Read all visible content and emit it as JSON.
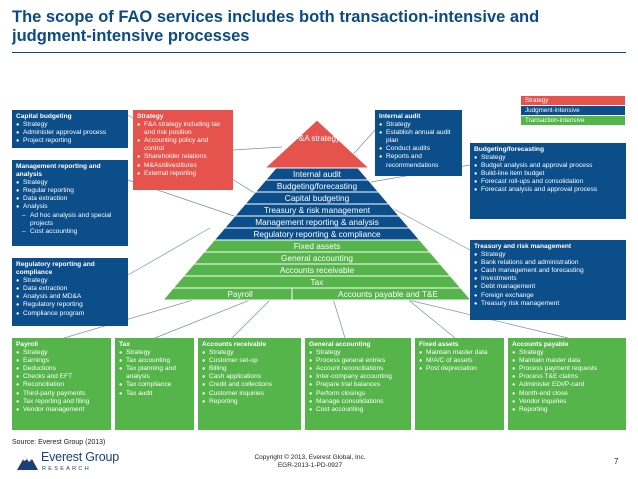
{
  "title": "The scope of FAO services includes both transaction-intensive and judgment-intensive processes",
  "legend": {
    "strategy": "Strategy",
    "judgment": "Judgment-intensive",
    "transaction": "Transaction-intensive"
  },
  "colors": {
    "blue": "#0b4e8a",
    "red": "#e6524c",
    "green": "#55b44a",
    "title": "#0a4a86"
  },
  "pyramid": {
    "top": "F&A strategy",
    "layers": [
      "Internal audit",
      "Budgeting/forecasting",
      "Capital budgeting",
      "Treasury & risk management",
      "Management reporting & analysis",
      "Regulatory reporting & compliance",
      "Fixed assets",
      "General accounting",
      "Accounts receivable",
      "Tax"
    ],
    "base_left": "Payroll",
    "base_right": "Accounts payable and T&E"
  },
  "left_boxes": {
    "capital_budgeting": {
      "title": "Capital budgeting",
      "items": [
        "Strategy",
        "Administer approval process",
        "Project reporting"
      ]
    },
    "strategy": {
      "title": "Strategy",
      "items": [
        "F&A strategy including tax and risk position",
        "Accounting policy and control",
        "Shareholder relations",
        "M&As/divestitures",
        "External reporting"
      ]
    },
    "management_reporting": {
      "title": "Management reporting and analysis",
      "items": [
        "Strategy",
        "Regular reporting",
        "Data extraction",
        "Analysis"
      ],
      "subitems": [
        "Ad hoc analysis and special projects",
        "Cost accounting"
      ]
    },
    "regulatory": {
      "title": "Regulatory reporting and compliance",
      "items": [
        "Strategy",
        "Data extraction",
        "Analysis and MD&A",
        "Regulatory reporting",
        "Compliance program"
      ]
    }
  },
  "right_boxes": {
    "internal_audit": {
      "title": "Internal audit",
      "items": [
        "Strategy",
        "Establish annual audit plan",
        "Conduct audits",
        "Reports and recommendations"
      ]
    },
    "budgeting": {
      "title": "Budgeting/forecasting",
      "items": [
        "Strategy",
        "Budget analysis and approval process",
        "Build-line item budget",
        "Forecast roll-ups and consolidation",
        "Forecast analysis and approval process"
      ]
    },
    "treasury": {
      "title": "Treasury and risk management",
      "items": [
        "Strategy",
        "Bank relations and administration",
        "Cash management and forecasting",
        "Investments",
        "Debt management",
        "Foreign exchange",
        "Treasury risk management"
      ]
    }
  },
  "bottom_boxes": [
    {
      "title": "Payroll",
      "items": [
        "Strategy",
        "Earnings",
        "Deductions",
        "Checks and EFT",
        "Reconciliation",
        "Third-party payments",
        "Tax reporting and filing",
        "Vendor management"
      ]
    },
    {
      "title": "Tax",
      "items": [
        "Strategy",
        "Tax accounting",
        "Tax planning and analysis",
        "Tax compliance",
        "Tax audit"
      ]
    },
    {
      "title": "Accounts receivable",
      "items": [
        "Strategy",
        "Customer set-up",
        "Billing",
        "Cash applications",
        "Credit and collections",
        "Customer inquiries",
        "Reporting"
      ]
    },
    {
      "title": "General accounting",
      "items": [
        "Strategy",
        "Process general entries",
        "Account reconciliations",
        "Inter-company accounting",
        "Prepare trial balances",
        "Perform closings",
        "Manage consolidations",
        "Cost accounting"
      ]
    },
    {
      "title": "Fixed assets",
      "items": [
        "Maintain master data",
        "M/A/C of assets",
        "Post depreciation"
      ]
    },
    {
      "title": "Accounts payable",
      "items": [
        "Strategy",
        "Maintain master data",
        "Process payment requests",
        "Process T&E claims",
        "Administer EDI/P-card",
        "Month-end close",
        "Vendor inquiries",
        "Reporting"
      ]
    }
  ],
  "footer": {
    "source": "Source:    Everest Group (2013)",
    "copyright": "Copyright © 2013, Everest Global, Inc.",
    "code": "EGR-2013-1-PD-0927",
    "page": "7",
    "logo_name": "Everest Group",
    "logo_sub": "RESEARCH"
  }
}
